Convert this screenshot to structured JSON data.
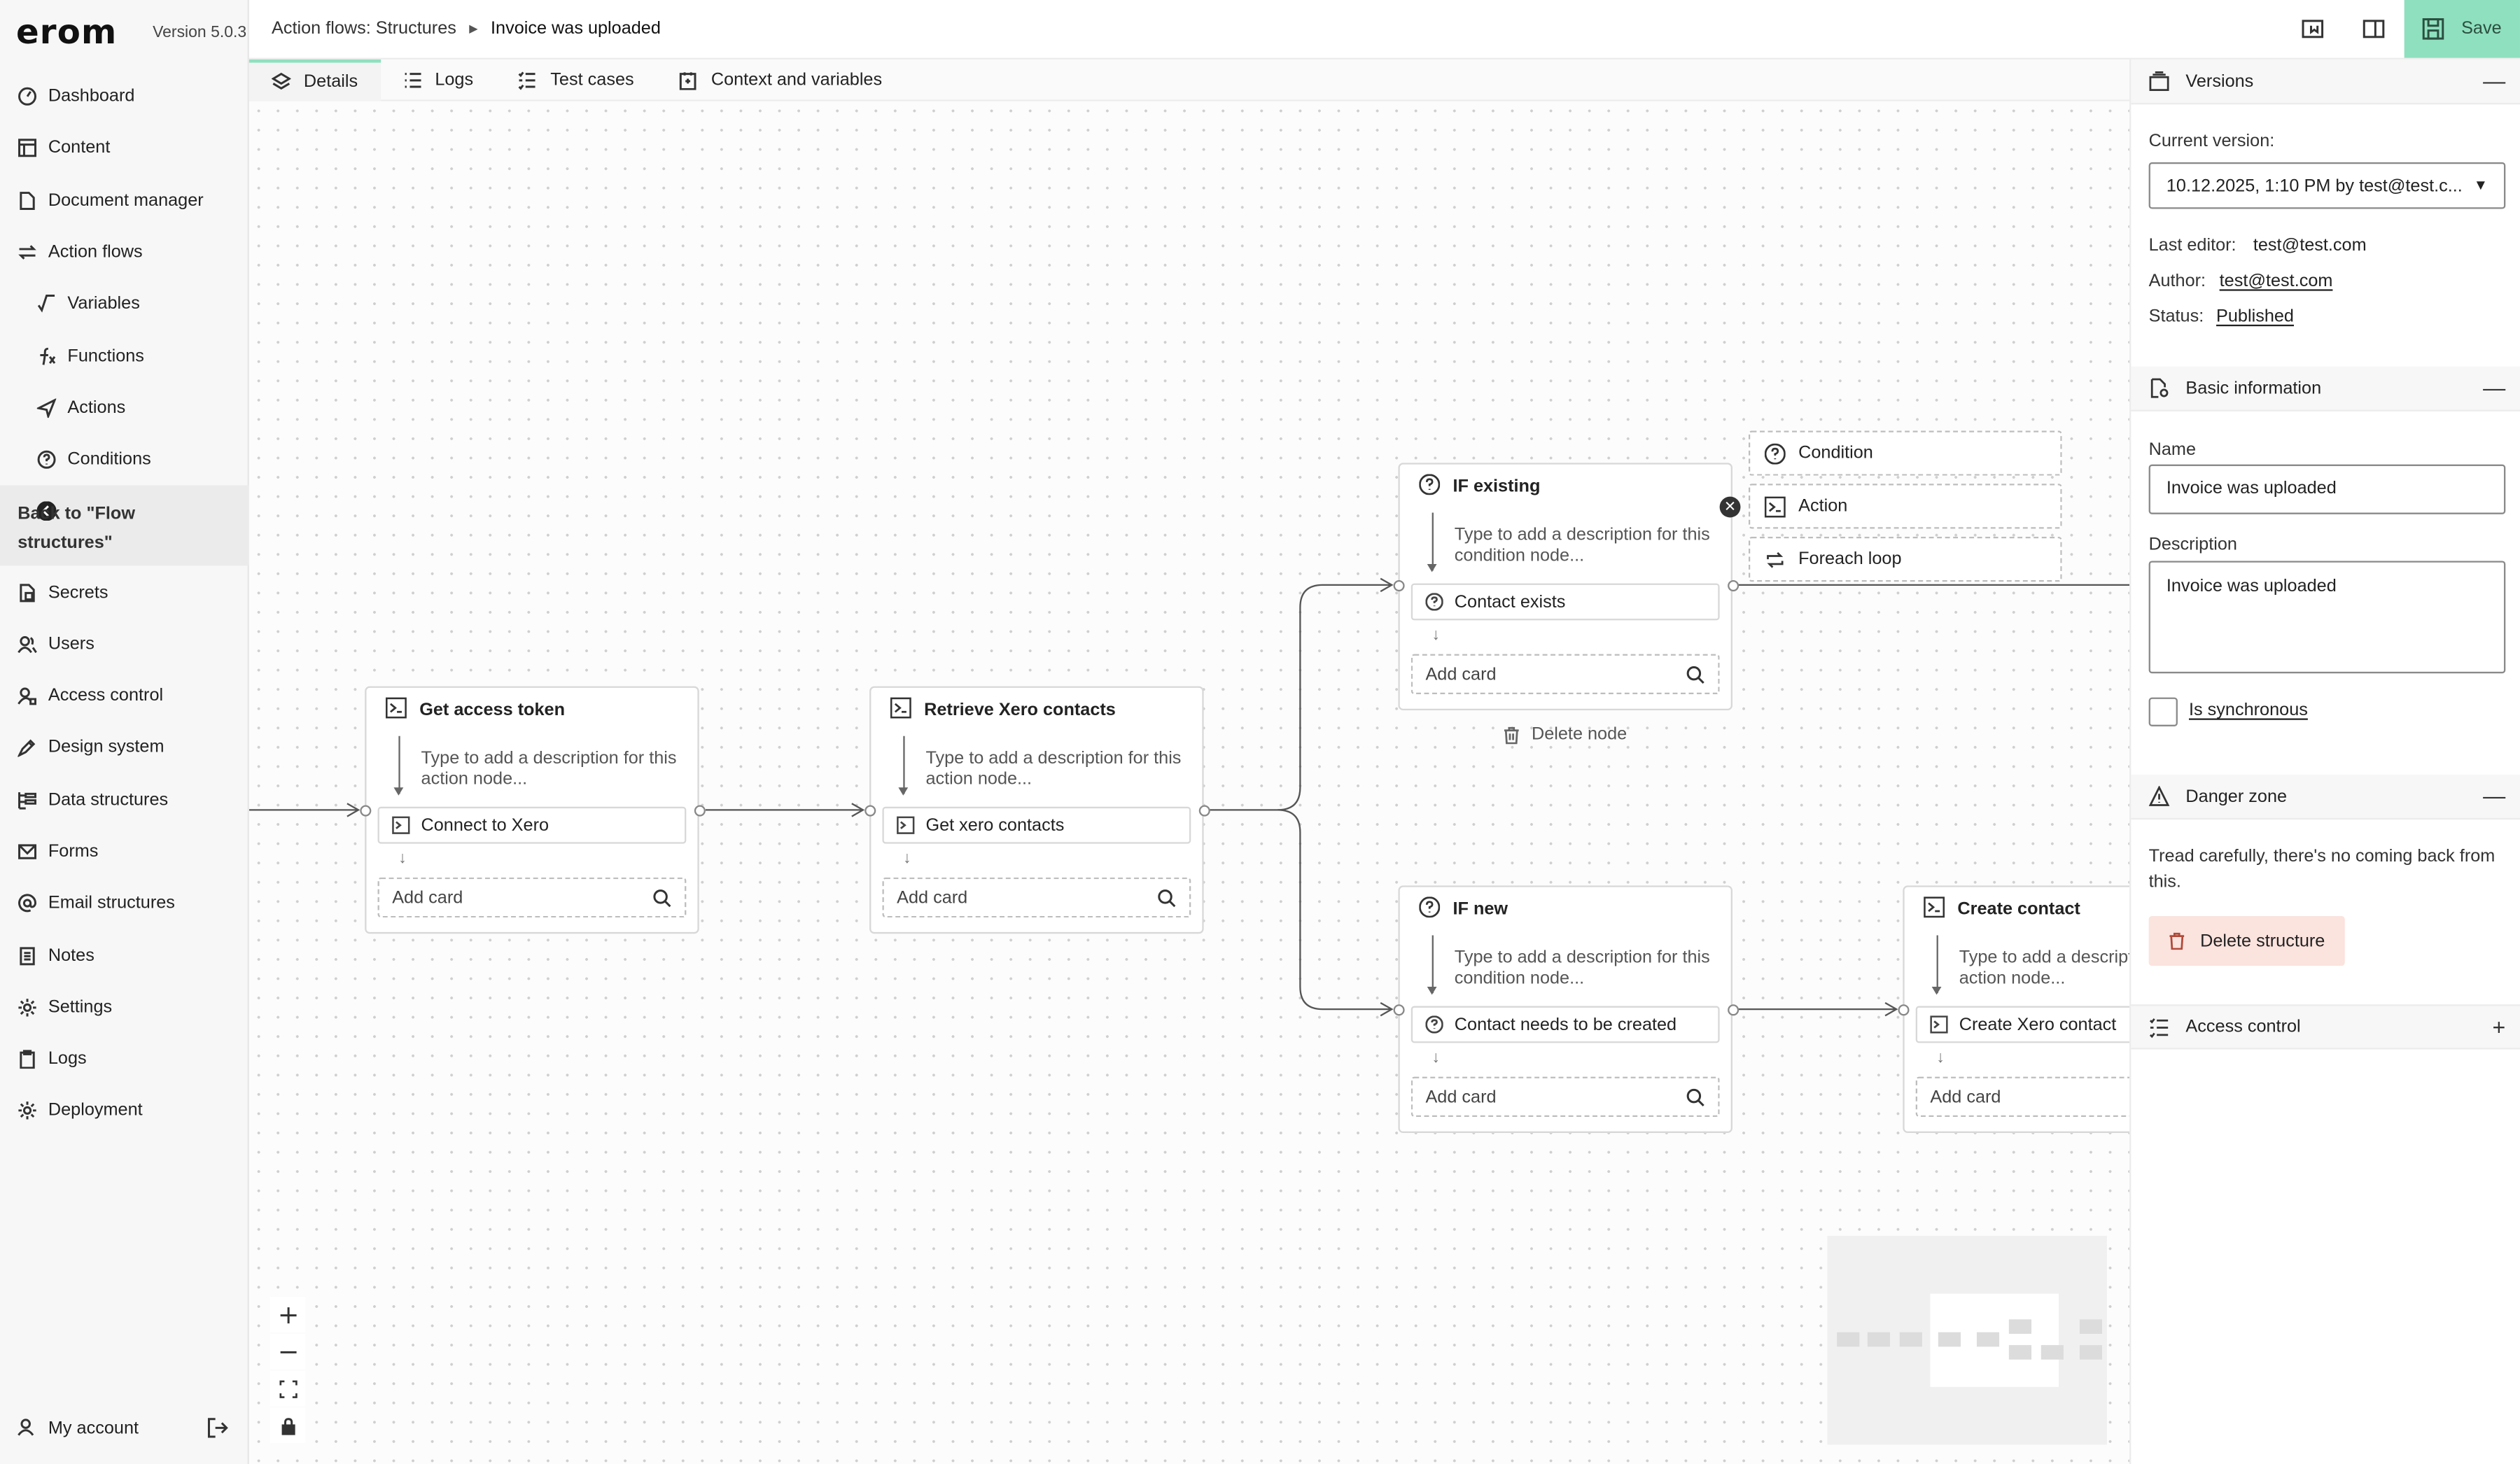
{
  "app": {
    "logo": "erom",
    "version": "Version 5.0.3"
  },
  "sidebar": {
    "items": [
      {
        "label": "Dashboard",
        "icon": "dashboard-icon"
      },
      {
        "label": "Content",
        "icon": "content-icon"
      },
      {
        "label": "Document manager",
        "icon": "document-icon"
      },
      {
        "label": "Action flows",
        "icon": "arrows-icon"
      },
      {
        "label": "Variables",
        "icon": "sqrt-icon"
      },
      {
        "label": "Functions",
        "icon": "function-icon"
      },
      {
        "label": "Actions",
        "icon": "send-icon"
      },
      {
        "label": "Conditions",
        "icon": "question-icon"
      },
      {
        "label": "Back to \"Flow structures\"",
        "icon": "back-icon"
      },
      {
        "label": "Secrets",
        "icon": "lock-file-icon"
      },
      {
        "label": "Users",
        "icon": "users-icon"
      },
      {
        "label": "Access control",
        "icon": "access-icon"
      },
      {
        "label": "Design system",
        "icon": "brush-icon"
      },
      {
        "label": "Data structures",
        "icon": "tree-icon"
      },
      {
        "label": "Forms",
        "icon": "mail-icon"
      },
      {
        "label": "Email structures",
        "icon": "at-icon"
      },
      {
        "label": "Notes",
        "icon": "notes-icon"
      },
      {
        "label": "Settings",
        "icon": "gear-icon"
      },
      {
        "label": "Logs",
        "icon": "clipboard-icon"
      },
      {
        "label": "Deployment",
        "icon": "gear-icon"
      }
    ],
    "account": "My account"
  },
  "header": {
    "crumb_parent": "Action flows: Structures",
    "crumb_current": "Invoice was uploaded",
    "save": "Save"
  },
  "tabs": [
    "Details",
    "Logs",
    "Test cases",
    "Context and variables"
  ],
  "nodes": {
    "n1": {
      "title": "Get access token",
      "desc": "Type to add a description for this action node...",
      "card": "Connect to Xero",
      "add": "Add card"
    },
    "n2": {
      "title": "Retrieve Xero contacts",
      "desc": "Type to add a description for this action node...",
      "card": "Get xero contacts",
      "add": "Add card"
    },
    "n3": {
      "title": "IF existing",
      "desc": "Type to add a description for this condition node...",
      "card": "Contact exists",
      "add": "Add card"
    },
    "n4": {
      "title": "IF new",
      "desc": "Type to add a description for this condition node...",
      "card": "Contact needs to be created",
      "add": "Add card"
    },
    "n5": {
      "title": "Create contact",
      "desc": "Type to add a description for this action node...",
      "card": "Create Xero contact",
      "add": "Add card"
    }
  },
  "popup": {
    "condition": "Condition",
    "action": "Action",
    "foreach": "Foreach loop"
  },
  "delete_node": "Delete node",
  "panel": {
    "versions": {
      "title": "Versions",
      "current_label": "Current version:",
      "current_value": "10.12.2025, 1:10 PM by test@test.c...",
      "editor_label": "Last editor:",
      "editor": "test@test.com",
      "author_label": "Author:",
      "author": "test@test.com",
      "status_label": "Status:",
      "status": "Published"
    },
    "basic": {
      "title": "Basic information",
      "name_label": "Name",
      "name": "Invoice was uploaded",
      "desc_label": "Description",
      "desc": "Invoice was uploaded",
      "sync": "Is synchronous"
    },
    "danger": {
      "title": "Danger zone",
      "text": "Tread carefully, there's no coming back from this.",
      "button": "Delete structure"
    },
    "access": {
      "title": "Access control"
    }
  }
}
